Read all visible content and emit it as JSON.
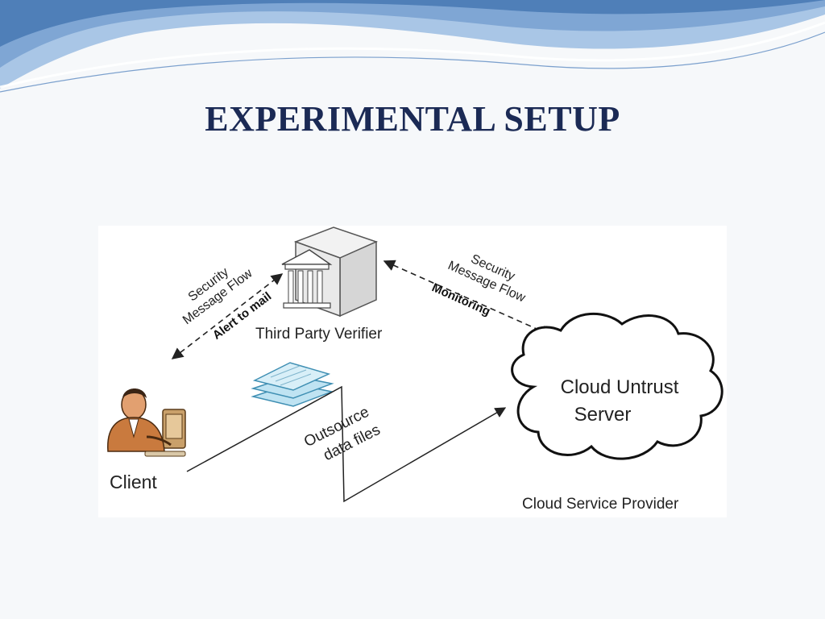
{
  "slide": {
    "title": "EXPERIMENTAL SETUP"
  },
  "diagram": {
    "nodes": {
      "client": {
        "label": "Client",
        "icon": "user-at-computer-icon"
      },
      "verifier": {
        "label": "Third Party Verifier",
        "icon": "server-building-icon"
      },
      "cloud": {
        "label_line1": "Cloud Untrust",
        "label_line2": "Server",
        "icon": "cloud-icon"
      },
      "provider": {
        "label": "Cloud Service Provider"
      }
    },
    "flows": {
      "client_verifier": {
        "line1": "Security",
        "line2": "Message Flow",
        "line3": "Alert to mail"
      },
      "verifier_cloud": {
        "line1": "Security",
        "line2": "Message Flow",
        "line3": "Monitoring"
      },
      "outsource": {
        "line1": "Outsource",
        "line2": "data files",
        "icon": "document-stack-icon"
      }
    }
  },
  "colors": {
    "title": "#1b2a55",
    "header_wave_dark": "#4f7fb8",
    "header_wave_light": "#a9c6e6",
    "files_fill": "#bfe3f2",
    "files_stroke": "#3f8fb3",
    "arrow": "#222222"
  }
}
